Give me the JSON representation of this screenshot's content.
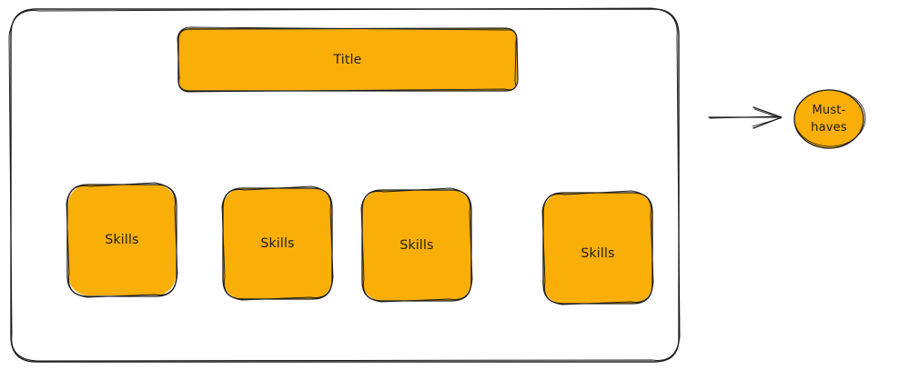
{
  "colors": {
    "fill": "#f9ae08",
    "stroke": "#1e1e1e",
    "background": "#ffffff"
  },
  "diagram": {
    "title_label": "Title",
    "skills": [
      {
        "label": "Skills"
      },
      {
        "label": "Skills"
      },
      {
        "label": "Skills"
      },
      {
        "label": "Skills"
      }
    ],
    "must_haves_label": "Must-\nhaves"
  }
}
